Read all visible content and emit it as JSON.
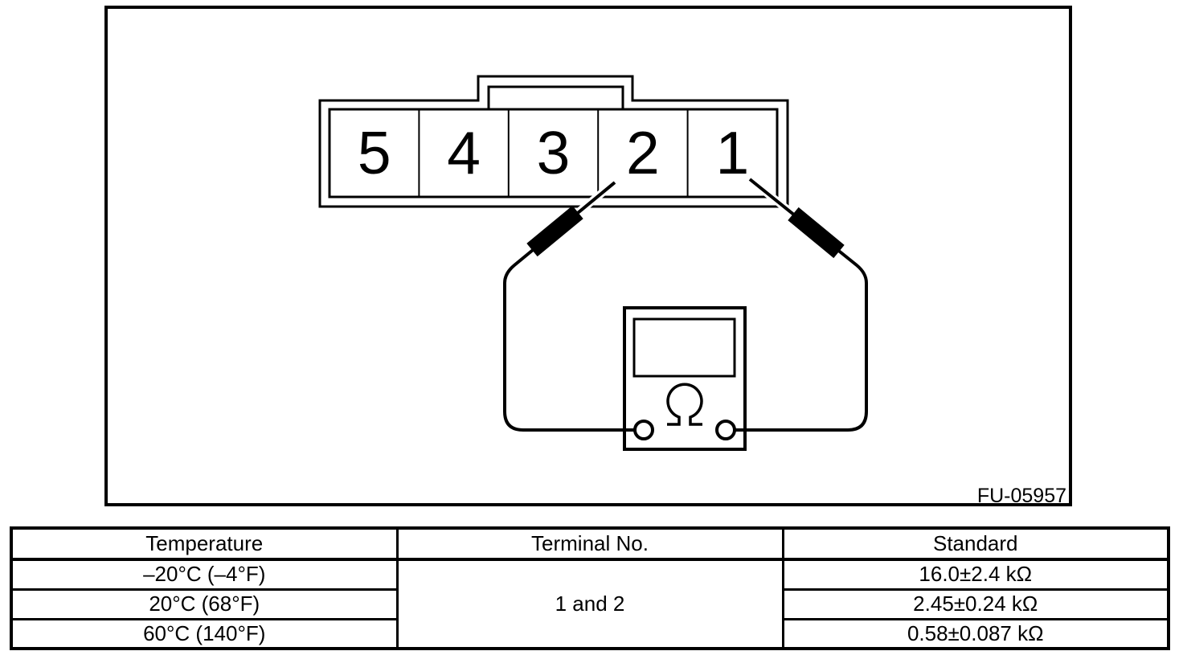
{
  "figure": {
    "code": "FU-05957",
    "connector": {
      "terminals": [
        "5",
        "4",
        "3",
        "2",
        "1"
      ]
    },
    "meter": {
      "symbol": "Ω"
    }
  },
  "table": {
    "headers": {
      "temperature": "Temperature",
      "terminal": "Terminal No.",
      "standard": "Standard"
    },
    "terminal_value": "1 and 2",
    "rows": [
      {
        "temperature": "–20°C (–4°F)",
        "standard": "16.0±2.4 kΩ"
      },
      {
        "temperature": "20°C (68°F)",
        "standard": "2.45±0.24 kΩ"
      },
      {
        "temperature": "60°C (140°F)",
        "standard": "0.58±0.087 kΩ"
      }
    ]
  }
}
